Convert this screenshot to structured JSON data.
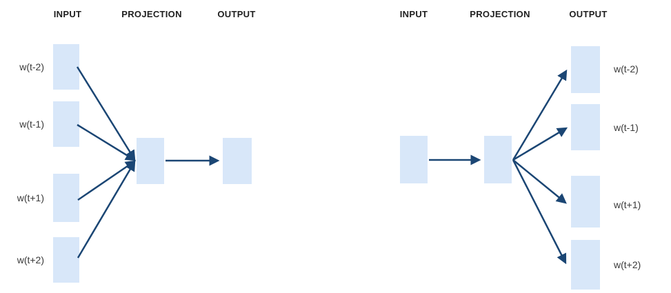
{
  "colors": {
    "background": "#FFFFFF",
    "box_fill": "#D8E7F9",
    "arrow": "#1B4674",
    "header_text": "#1F1F1F",
    "label_text": "#3A3A3A"
  },
  "left_diagram": {
    "headers": {
      "input": "INPUT",
      "projection": "PROJECTION",
      "output": "OUTPUT"
    },
    "labels": [
      "w(t-2)",
      "w(t-1)",
      "w(t+1)",
      "w(t+2)"
    ],
    "connections": [
      {
        "from": "w(t-2)",
        "to": "projection"
      },
      {
        "from": "w(t-1)",
        "to": "projection"
      },
      {
        "from": "w(t+1)",
        "to": "projection"
      },
      {
        "from": "w(t+2)",
        "to": "projection"
      },
      {
        "from": "projection",
        "to": "output"
      }
    ]
  },
  "right_diagram": {
    "headers": {
      "input": "INPUT",
      "projection": "PROJECTION",
      "output": "OUTPUT"
    },
    "labels": [
      "w(t-2)",
      "w(t-1)",
      "w(t+1)",
      "w(t+2)"
    ],
    "connections": [
      {
        "from": "input",
        "to": "projection"
      },
      {
        "from": "projection",
        "to": "w(t-2)"
      },
      {
        "from": "projection",
        "to": "w(t-1)"
      },
      {
        "from": "projection",
        "to": "w(t+1)"
      },
      {
        "from": "projection",
        "to": "w(t+2)"
      }
    ]
  }
}
